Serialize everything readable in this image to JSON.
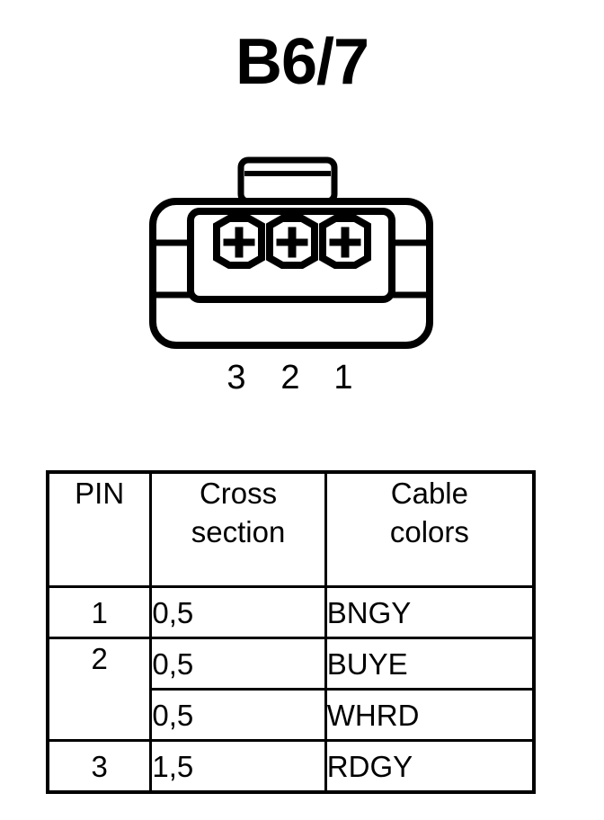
{
  "title": "B6/7",
  "connector": {
    "name": "3-pin-connector-diagram",
    "pin_count": 3,
    "pin_labels": [
      "3",
      "2",
      "1"
    ],
    "latch_tab": "top-latch-tab"
  },
  "table": {
    "headers": {
      "pin": "PIN",
      "cross_section_line1": "Cross",
      "cross_section_line2": "section",
      "cable_colors_line1": "Cable",
      "cable_colors_line2": "colors"
    },
    "rows": [
      {
        "pin": "1",
        "cross_section": "0,5",
        "cable_color": "BNGY",
        "pin_rowspan": 1
      },
      {
        "pin": "2",
        "cross_section": "0,5",
        "cable_color": "BUYE",
        "pin_rowspan": 2
      },
      {
        "pin": "",
        "cross_section": "0,5",
        "cable_color": "WHRD",
        "pin_rowspan": 0
      },
      {
        "pin": "3",
        "cross_section": "1,5",
        "cable_color": "RDGY",
        "pin_rowspan": 1
      }
    ]
  },
  "colors": {
    "ink": "#000000",
    "background": "#ffffff"
  }
}
